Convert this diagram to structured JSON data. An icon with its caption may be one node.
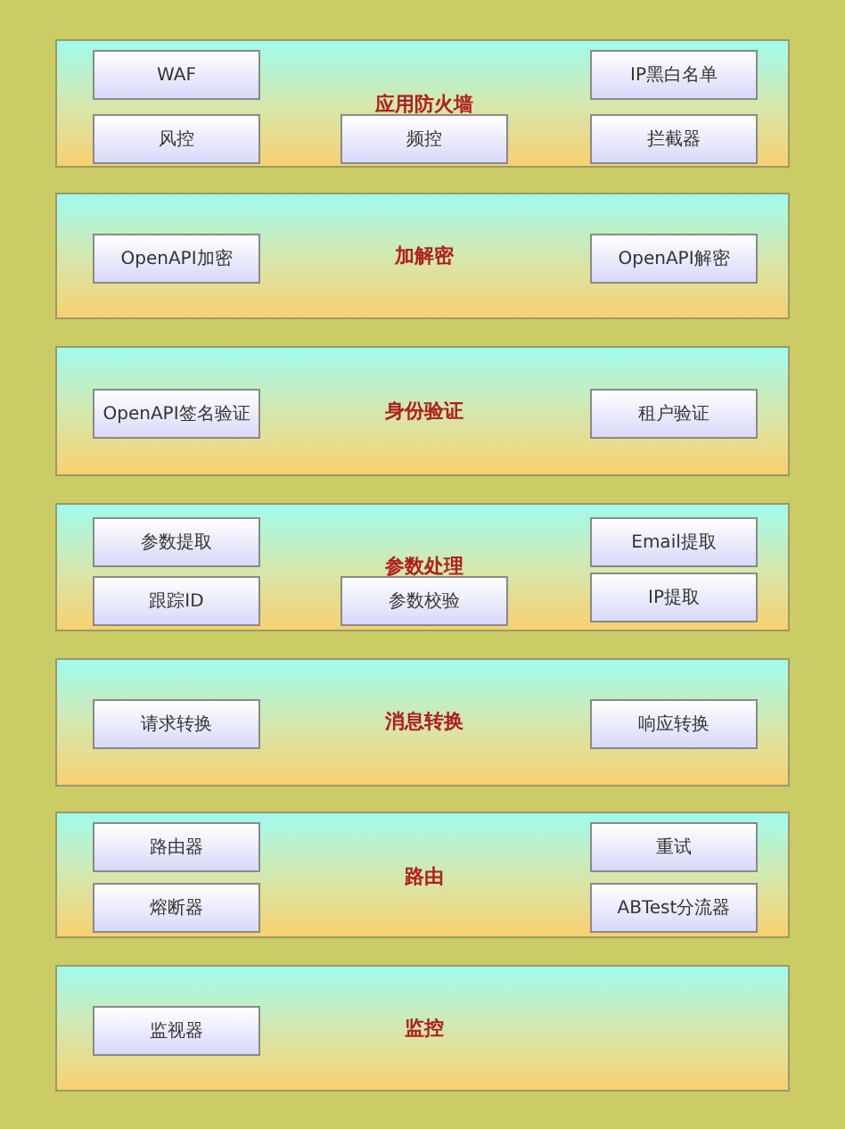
{
  "diagram": {
    "nodes": [
      {
        "text": [
          "应用防火墙"
        ]
      },
      {
        "text": [
          "WAF"
        ],
        "in": 0
      },
      {
        "text": [
          "IP黑白名单"
        ],
        "in": 0
      },
      {
        "text": [
          "风控"
        ],
        "in": 0
      },
      {
        "text": [
          "频控"
        ],
        "in": 0
      },
      {
        "text": [
          "拦截器"
        ],
        "in": 0
      },
      {
        "text": [
          "加解密"
        ]
      },
      {
        "text": [
          "OpenAPI加密"
        ],
        "in": 6
      },
      {
        "text": [
          "OpenAPI解密"
        ],
        "in": 6
      },
      {
        "text": [
          "身份验证"
        ]
      },
      {
        "text": [
          "OpenAPI签名验证"
        ],
        "in": 9
      },
      {
        "text": [
          "租户验证"
        ],
        "in": 9
      },
      {
        "text": [
          "参数处理"
        ]
      },
      {
        "text": [
          "参数提取"
        ],
        "in": 12
      },
      {
        "text": [
          "Email提取"
        ],
        "in": 12
      },
      {
        "text": [
          "跟踪ID"
        ],
        "in": 12
      },
      {
        "text": [
          "参数校验"
        ],
        "in": 12
      },
      {
        "text": [
          "IP提取"
        ],
        "in": 12
      },
      {
        "text": [
          "消息转换"
        ]
      },
      {
        "text": [
          "请求转换"
        ],
        "in": 18
      },
      {
        "text": [
          "响应转换"
        ],
        "in": 18
      },
      {
        "text": [
          "路由"
        ]
      },
      {
        "text": [
          "路由器"
        ],
        "in": 21
      },
      {
        "text": [
          "重试"
        ],
        "in": 21
      },
      {
        "text": [
          "熔断器"
        ],
        "in": 21
      },
      {
        "text": [
          "ABTest分流器"
        ],
        "in": 21
      },
      {
        "text": [
          "监控"
        ]
      },
      {
        "text": [
          "监视器"
        ],
        "in": 26
      }
    ]
  }
}
